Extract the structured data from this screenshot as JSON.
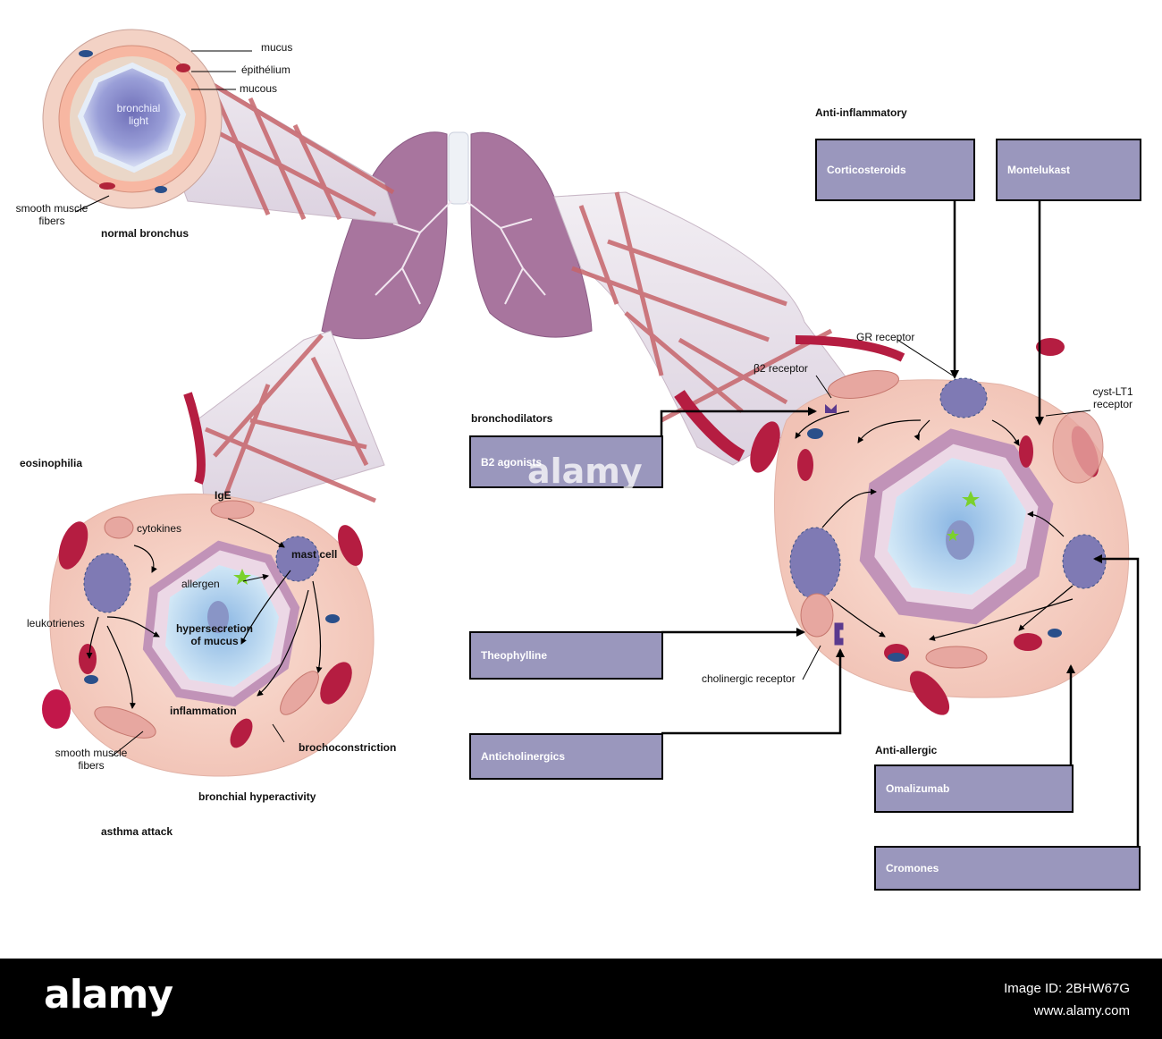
{
  "normal_bronchus": {
    "title": "normal bronchus",
    "labels": {
      "mucus": "mucus",
      "epithelium": "épithélium",
      "mucous": "mucous",
      "lumen": "bronchial light",
      "smooth_muscle": "smooth muscle fibers"
    }
  },
  "asthma_attack": {
    "title": "asthma attack",
    "labels": {
      "eosinophilia": "eosinophilia",
      "ige": "IgE",
      "cytokines": "cytokines",
      "mast_cell": "mast cell",
      "allergen": "allergen",
      "leukotrienes": "leukotrienes",
      "hypersecretion": "hypersecretion of mucus",
      "inflammation": "inflammation",
      "smooth_muscle": "smooth muscle fibers",
      "bronchoconstriction": "brochoconstriction",
      "hyperactivity": "bronchial hyperactivity"
    }
  },
  "treatment": {
    "anti_inflammatory": "Anti-inflammatory",
    "bronchodilators": "bronchodilators",
    "anti_allergic": "Anti-allergic",
    "receptors": {
      "gr": "GR receptor",
      "beta2": "β2 receptor",
      "cyst": "cyst-LT1 receptor",
      "cholinergic": "cholinergic receptor"
    },
    "drugs": {
      "corticosteroids": "Corticosteroids",
      "montelukast": "Montelukast",
      "b2_agonists": "B2 agonists",
      "theophylline": "Theophylline",
      "anticholinergics": "Anticholinergics",
      "omalizumab": "Omalizumab",
      "cromones": "Cromones"
    },
    "box_color": "#9a97bd"
  },
  "watermark": {
    "brand": "alamy",
    "image_id": "Image ID: 2BHW67G",
    "url": "www.alamy.com",
    "overlay": "alamy"
  }
}
